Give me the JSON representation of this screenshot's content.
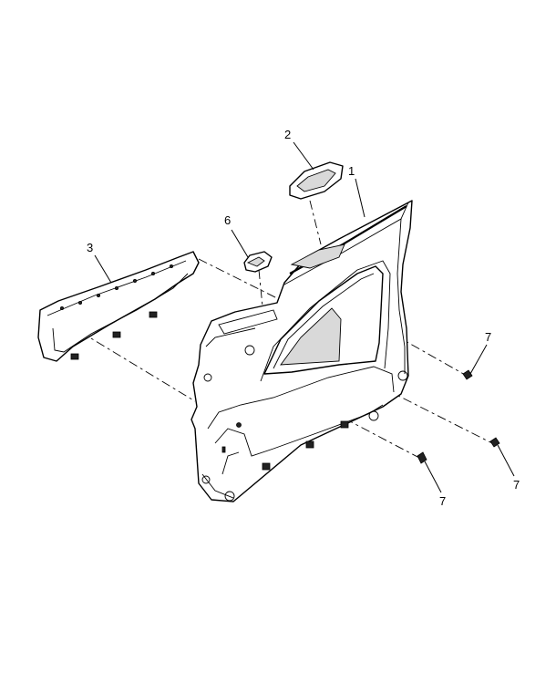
{
  "callouts": {
    "c1": "1",
    "c2": "2",
    "c3": "3",
    "c6": "6",
    "c7a": "7",
    "c7b": "7",
    "c7c": "7"
  }
}
